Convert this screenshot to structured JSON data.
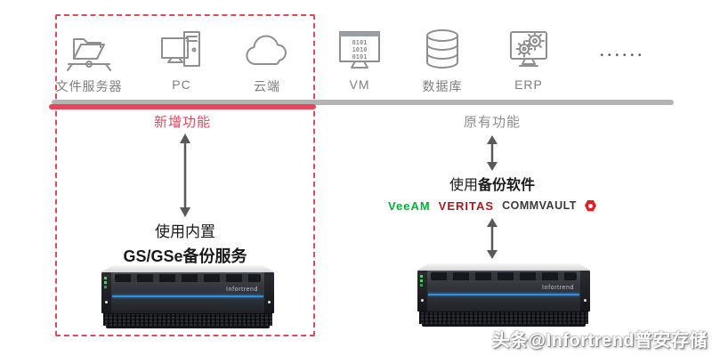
{
  "sections": {
    "new_label": "新增功能",
    "old_label": "原有功能"
  },
  "sources": [
    {
      "label": "文件服务器"
    },
    {
      "label": "PC"
    },
    {
      "label": "云端"
    },
    {
      "label": "VM",
      "binary": "0101\n1010\n0101"
    },
    {
      "label": "数据库"
    },
    {
      "label": "ERP"
    }
  ],
  "more_dots": "••••••",
  "left_flow": {
    "line1": "使用内置",
    "line2": "GS/GSe备份服务"
  },
  "right_flow": {
    "prefix": "使用",
    "bold": "备份软件"
  },
  "vendors": [
    {
      "name": "VeeAM",
      "color": "#00b336"
    },
    {
      "name": "VERITAS",
      "color": "#b1181e"
    },
    {
      "name": "COMMVAULT",
      "color": "#3a3a3a"
    }
  ],
  "appliance_brand": "Infortrend",
  "watermark": "头条@Infortrend普安存储",
  "colors": {
    "accent_red": "#e8465a",
    "gray_line": "#b3b3b3",
    "arrow_gray": "#595959",
    "commvault_icon_red": "#e01f26",
    "appliance_blue": "#2e8fe0"
  }
}
